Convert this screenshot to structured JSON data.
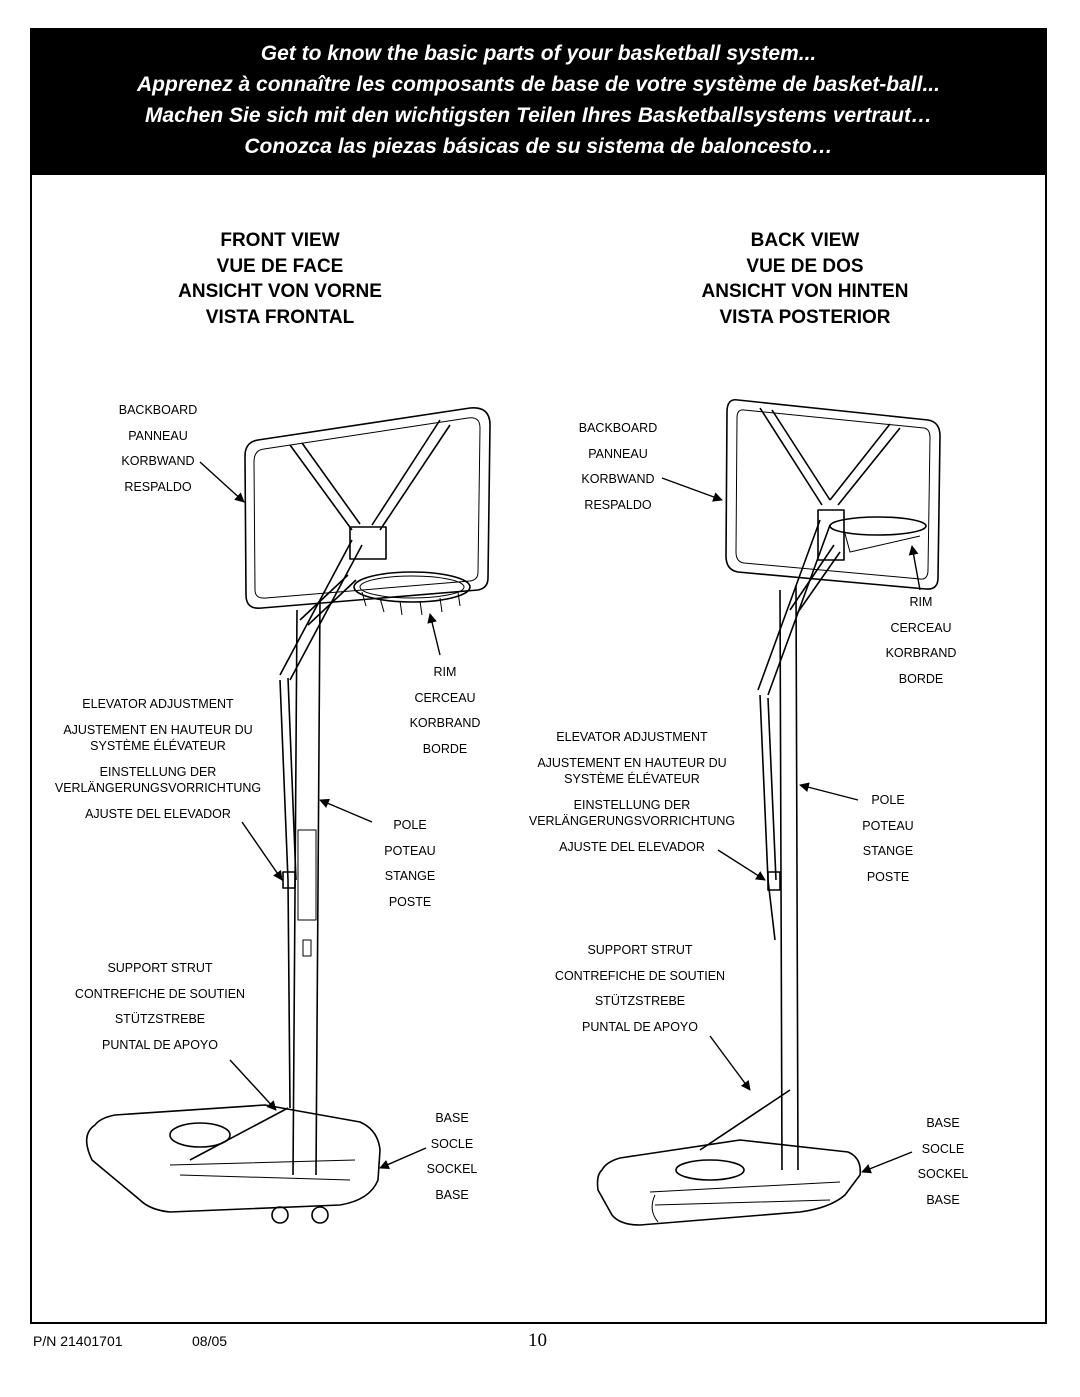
{
  "banner": [
    "Get to know the basic parts of your basketball system...",
    "Apprenez à connaître les composants de base de votre système de basket-ball...",
    "Machen Sie sich mit den wichtigsten Teilen Ihres Basketballsystems vertraut…",
    "Conozca las piezas básicas de su sistema de baloncesto…"
  ],
  "front_view": {
    "heading": [
      "FRONT VIEW",
      "VUE DE FACE",
      "ANSICHT VON VORNE",
      "VISTA FRONTAL"
    ],
    "backboard": [
      "BACKBOARD",
      "PANNEAU",
      "KORBWAND",
      "RESPALDO"
    ],
    "rim": [
      "RIM",
      "CERCEAU",
      "KORBRAND",
      "BORDE"
    ],
    "elevator": [
      "ELEVATOR ADJUSTMENT",
      "AJUSTEMENT EN HAUTEUR DU",
      "SYSTÈME ÉLÉVATEUR",
      "EINSTELLUNG DER",
      "VERLÄNGERUNGSVORRICHTUNG",
      "AJUSTE DEL ELEVADOR"
    ],
    "pole": [
      "POLE",
      "POTEAU",
      "STANGE",
      "POSTE"
    ],
    "strut": [
      "SUPPORT STRUT",
      "CONTREFICHE DE SOUTIEN",
      "STÜTZSTREBE",
      "PUNTAL DE APOYO"
    ],
    "base": [
      "BASE",
      "SOCLE",
      "SOCKEL",
      "BASE"
    ]
  },
  "back_view": {
    "heading": [
      "BACK VIEW",
      "VUE DE DOS",
      "ANSICHT VON HINTEN",
      "VISTA POSTERIOR"
    ],
    "backboard": [
      "BACKBOARD",
      "PANNEAU",
      "KORBWAND",
      "RESPALDO"
    ],
    "rim": [
      "RIM",
      "CERCEAU",
      "KORBRAND",
      "BORDE"
    ],
    "elevator": [
      "ELEVATOR ADJUSTMENT",
      "AJUSTEMENT EN HAUTEUR DU",
      "SYSTÈME ÉLÉVATEUR",
      "EINSTELLUNG DER",
      "VERLÄNGERUNGSVORRICHTUNG",
      "AJUSTE DEL ELEVADOR"
    ],
    "pole": [
      "POLE",
      "POTEAU",
      "STANGE",
      "POSTE"
    ],
    "strut": [
      "SUPPORT STRUT",
      "CONTREFICHE DE SOUTIEN",
      "STÜTZSTREBE",
      "PUNTAL DE APOYO"
    ],
    "base": [
      "BASE",
      "SOCLE",
      "SOCKEL",
      "BASE"
    ]
  },
  "footer": {
    "part_number": "P/N 21401701",
    "date": "08/05",
    "page": "10"
  }
}
